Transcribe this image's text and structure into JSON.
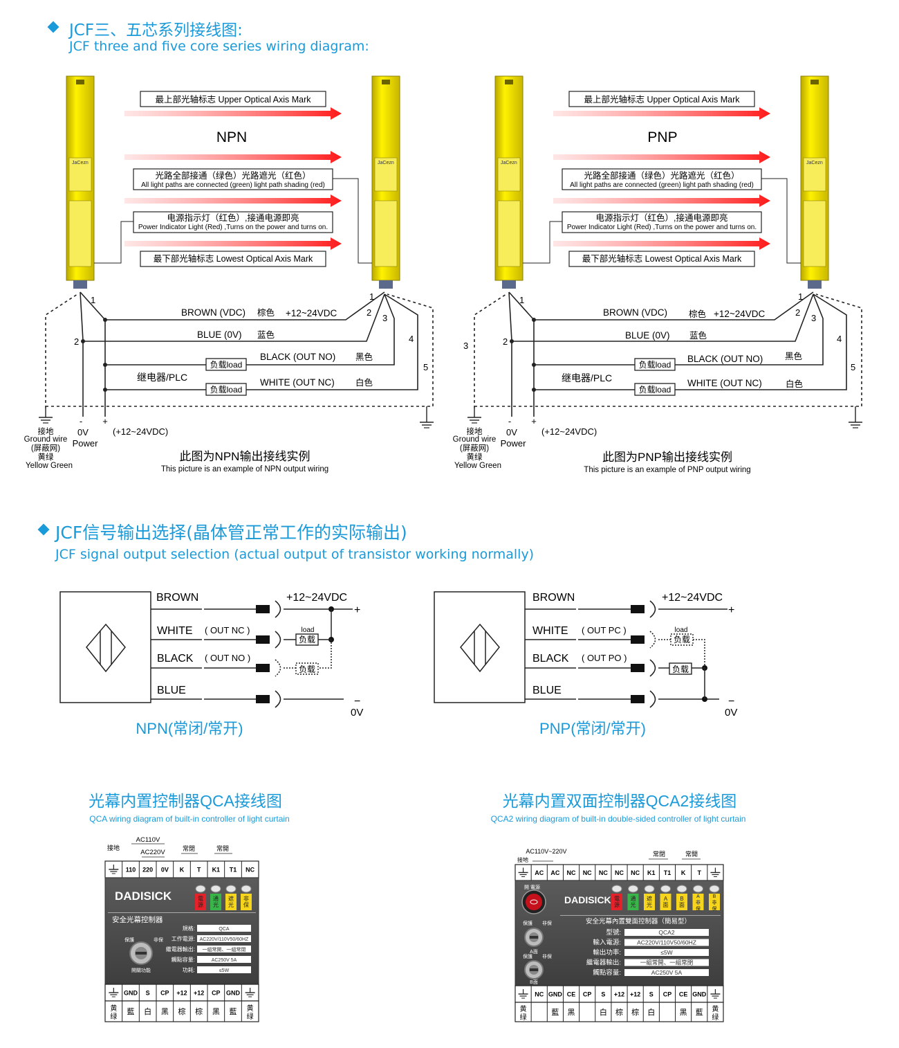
{
  "section1": {
    "title_cn": "JCF三、五芯系列接线图:",
    "title_en": "JCF three and five core series wiring diagram:"
  },
  "wiring": {
    "upper_mark": "最上部光轴标志 Upper Optical Axis Mark",
    "all_paths_cn": "光路全部接通（绿色）光路遮光（红色）",
    "all_paths_en": "All light paths are connected (green) light path shading (red)",
    "power_cn": "电源指示灯（红色）,接通电源即亮",
    "power_en": "Power Indicator Light (Red) ,Turns on the power and turns on.",
    "lowest_mark": "最下部光轴标志 Lowest Optical Axis Mark",
    "brown": "BROWN (VDC)",
    "brown_cn": "棕色",
    "vdc": "+12~24VDC",
    "blue": "BLUE (0V)",
    "blue_cn": "蓝色",
    "black": "BLACK (OUT NO)",
    "black_cn": "黑色",
    "white": "WHITE (OUT NC)",
    "white_cn": "白色",
    "relay": "继电器/PLC",
    "load": "负载load",
    "ground_cn": "接地",
    "ground_en": "Ground wire",
    "shield": "(屏蔽网)",
    "yg_cn": "黄绿",
    "yg_en": "Yellow Green",
    "zero_v": "0V",
    "power": "Power",
    "minus": "-",
    "plus": "+",
    "plus_vdc": "(+12~24VDC)",
    "n1": "1",
    "n2": "2",
    "n3": "3",
    "n4": "4",
    "n5": "5",
    "brand": "JaCezn"
  },
  "npn_diagram": {
    "mode": "NPN",
    "cap_cn": "此图为NPN输出接线实例",
    "cap_en": "This picture is an example of NPN output wiring"
  },
  "pnp_diagram": {
    "mode": "PNP",
    "cap_cn": "此图为PNP输出接线实例",
    "cap_en": "This picture is an example of PNP output wiring"
  },
  "section2": {
    "title_cn": "JCF信号输出选择(晶体管正常工作的实际输出)",
    "title_en": "JCF signal output selection (actual output of transistor working normally)"
  },
  "signal": {
    "brown": "BROWN",
    "white": "WHITE",
    "black": "BLACK",
    "blue": "BLUE",
    "out_nc": "( OUT NC )",
    "out_no": "( OUT NO )",
    "out_pc": "( OUT PC )",
    "out_po": "( OUT PO )",
    "vdc": "+12~24VDC",
    "plus": "+",
    "minus": "−",
    "zero_v": "0V",
    "load": "load",
    "load_cn": "负载",
    "npn_caption": "NPN(常闭/常开)",
    "pnp_caption": "PNP(常闭/常开)"
  },
  "qca": {
    "title_cn": "光幕内置控制器QCA接线图",
    "title_en": "QCA wiring diagram of built-in controller of light curtain",
    "ac110": "AC110V",
    "ac220": "AC220V",
    "ground_cn": "接地",
    "nc_label": "常閉",
    "no_label": "常開",
    "top_terms": [
      "110",
      "220",
      "0V",
      "K",
      "T",
      "K1",
      "T1",
      "NC"
    ],
    "brand": "DADISICK",
    "product": "安全光幕控制器",
    "leds": [
      "電源",
      "通光",
      "遮光",
      "非保"
    ],
    "protect": "保護",
    "non_protect": "非保",
    "switch": "開關功能",
    "spec_labels": [
      "規格:",
      "工作電源:",
      "繼電器輸出:",
      "觸點容量:",
      "功耗:"
    ],
    "spec_values": [
      "QCA",
      "AC220V/110V50/60HZ",
      "一組常開、一組常閉",
      "AC250V 5A",
      "≤5W"
    ],
    "bottom_terms": [
      "GND",
      "S",
      "CP",
      "+12",
      "+12",
      "CP",
      "GND"
    ],
    "colors": [
      "黄绿",
      "藍",
      "白",
      "黑",
      "棕",
      "棕",
      "黑",
      "藍",
      "黄绿"
    ]
  },
  "qca2": {
    "title_cn": "光幕内置双面控制器QCA2接线图",
    "title_en": "QCA2 wiring diagram of built-in double-sided controller of light curtain",
    "ac": "AC110V~220V",
    "ground_cn": "接地",
    "nc_label": "常閉",
    "no_label": "常開",
    "top_terms": [
      "AC",
      "AC",
      "NC",
      "NC",
      "NC",
      "NC",
      "NC",
      "K1",
      "T1",
      "K",
      "T"
    ],
    "brand": "DADISICK",
    "power_switch": "開 電源",
    "leds": [
      "電源",
      "通光",
      "遮光",
      "A面",
      "B面",
      "A非保",
      "B非保"
    ],
    "protect": "保護",
    "non_protect": "非保",
    "side_a": "A面",
    "side_b": "B面",
    "product": "安全光幕內置雙面控制器（簡易型）",
    "spec_labels": [
      "型號:",
      "輸入電源:",
      "輸出功率:",
      "繼電器輸出:",
      "觸點容量:"
    ],
    "spec_values": [
      "QCA2",
      "AC220V/110V50/60HZ",
      "≤5W",
      "一組常開、一組常閉",
      "AC250V 5A"
    ],
    "bottom_terms": [
      "NC",
      "GND",
      "CE",
      "CP",
      "S",
      "+12",
      "+12",
      "S",
      "CP",
      "CE",
      "GND"
    ],
    "colors": [
      "黄绿",
      "",
      "藍",
      "黑",
      "",
      "白",
      "棕",
      "棕",
      "白",
      "",
      "黑",
      "藍",
      "黄绿"
    ]
  }
}
